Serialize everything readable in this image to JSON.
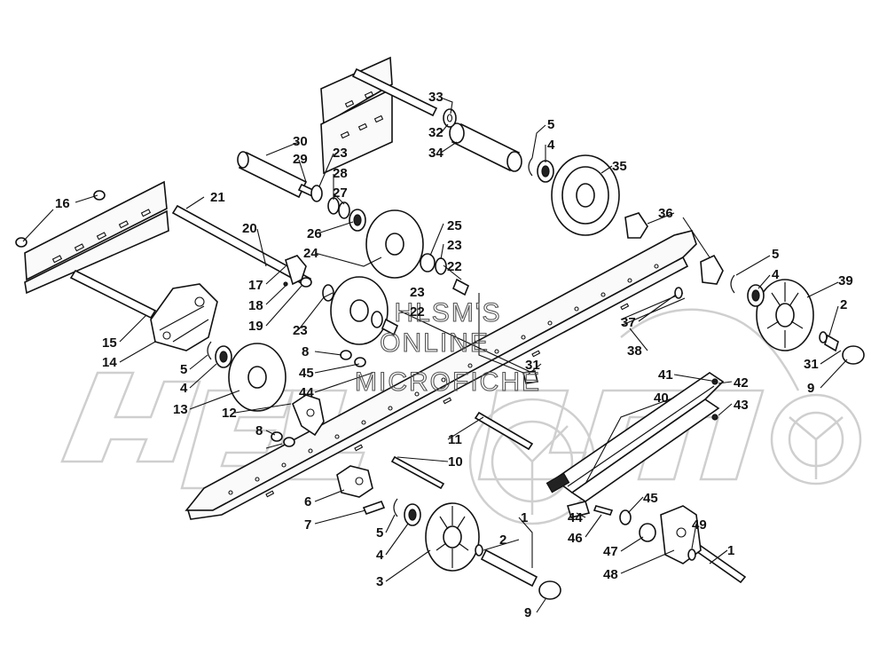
{
  "watermark": {
    "lines": [
      "HLSM'S",
      "ONLINE",
      "MICROFICHE"
    ],
    "logo": "arctic-cat-logo"
  },
  "callouts": {
    "c1a": "1",
    "c1b": "1",
    "c2a": "2",
    "c2b": "2",
    "c3": "3",
    "c4a": "4",
    "c4b": "4",
    "c4c": "4",
    "c4d": "4",
    "c5a": "5",
    "c5b": "5",
    "c5c": "5",
    "c5d": "5",
    "c6": "6",
    "c7": "7",
    "c8a": "8",
    "c8b": "8",
    "c9a": "9",
    "c9b": "9",
    "c10": "10",
    "c11": "11",
    "c12": "12",
    "c13": "13",
    "c14": "14",
    "c15": "15",
    "c16": "16",
    "c17": "17",
    "c18": "18",
    "c19": "19",
    "c20": "20",
    "c21": "21",
    "c22a": "22",
    "c22b": "22",
    "c23a": "23",
    "c23b": "23",
    "c23c": "23",
    "c23d": "23",
    "c24": "24",
    "c25": "25",
    "c26": "26",
    "c27": "27",
    "c28": "28",
    "c29": "29",
    "c30": "30",
    "c31a": "31",
    "c31b": "31",
    "c32": "32",
    "c33": "33",
    "c34": "34",
    "c35": "35",
    "c36": "36",
    "c37": "37",
    "c38": "38",
    "c39": "39",
    "c40": "40",
    "c41": "41",
    "c42": "42",
    "c43": "43",
    "c44a": "44",
    "c44b": "44",
    "c45a": "45",
    "c45b": "45",
    "c46": "46",
    "c47": "47",
    "c48": "48",
    "c49": "49"
  }
}
